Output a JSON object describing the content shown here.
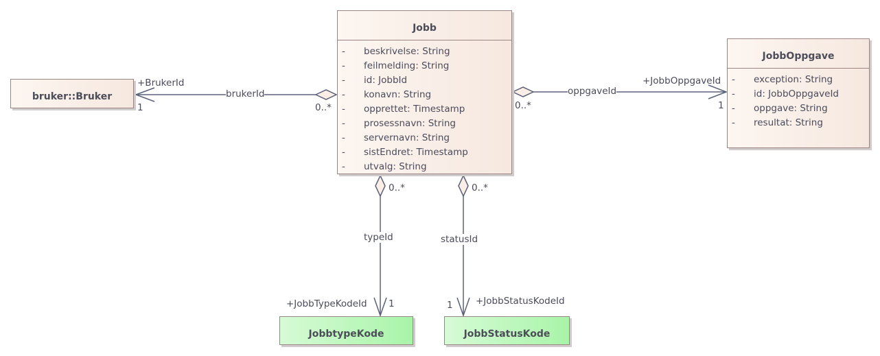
{
  "classes": {
    "jobb": {
      "name": "Jobb",
      "attributes": [
        {
          "visibility": "-",
          "text": "beskrivelse: String"
        },
        {
          "visibility": "-",
          "text": "feilmelding: String"
        },
        {
          "visibility": "-",
          "text": "id: JobbId"
        },
        {
          "visibility": "-",
          "text": "konavn: String"
        },
        {
          "visibility": "-",
          "text": "opprettet: Timestamp"
        },
        {
          "visibility": "-",
          "text": "prosessnavn: String"
        },
        {
          "visibility": "-",
          "text": "servernavn: String"
        },
        {
          "visibility": "-",
          "text": "sistEndret: Timestamp"
        },
        {
          "visibility": "-",
          "text": "utvalg: String"
        }
      ]
    },
    "jobbOppgave": {
      "name": "JobbOppgave",
      "attributes": [
        {
          "visibility": "-",
          "text": "exception: String"
        },
        {
          "visibility": "-",
          "text": "id: JobbOppgaveId"
        },
        {
          "visibility": "-",
          "text": "oppgave: String"
        },
        {
          "visibility": "-",
          "text": "resultat: String"
        }
      ]
    },
    "bruker": {
      "name": "bruker::Bruker"
    },
    "jobbtypeKode": {
      "name": "JobbtypeKode"
    },
    "jobbStatusKode": {
      "name": "JobbStatusKode"
    }
  },
  "associations": {
    "bruker": {
      "name": "brukerId",
      "target_role": "+BrukerId",
      "target_mult": "1",
      "source_mult": "0..*"
    },
    "oppgave": {
      "name": "oppgaveId",
      "target_role": "+JobbOppgaveId",
      "target_mult": "1",
      "source_mult": "0..*"
    },
    "type": {
      "name": "typeId",
      "target_role": "+JobbTypeKodeId",
      "target_mult": "1",
      "source_mult": "0..*"
    },
    "status": {
      "name": "statusId",
      "target_role": "+JobbStatusKodeId",
      "target_mult": "1",
      "source_mult": "0..*"
    }
  }
}
